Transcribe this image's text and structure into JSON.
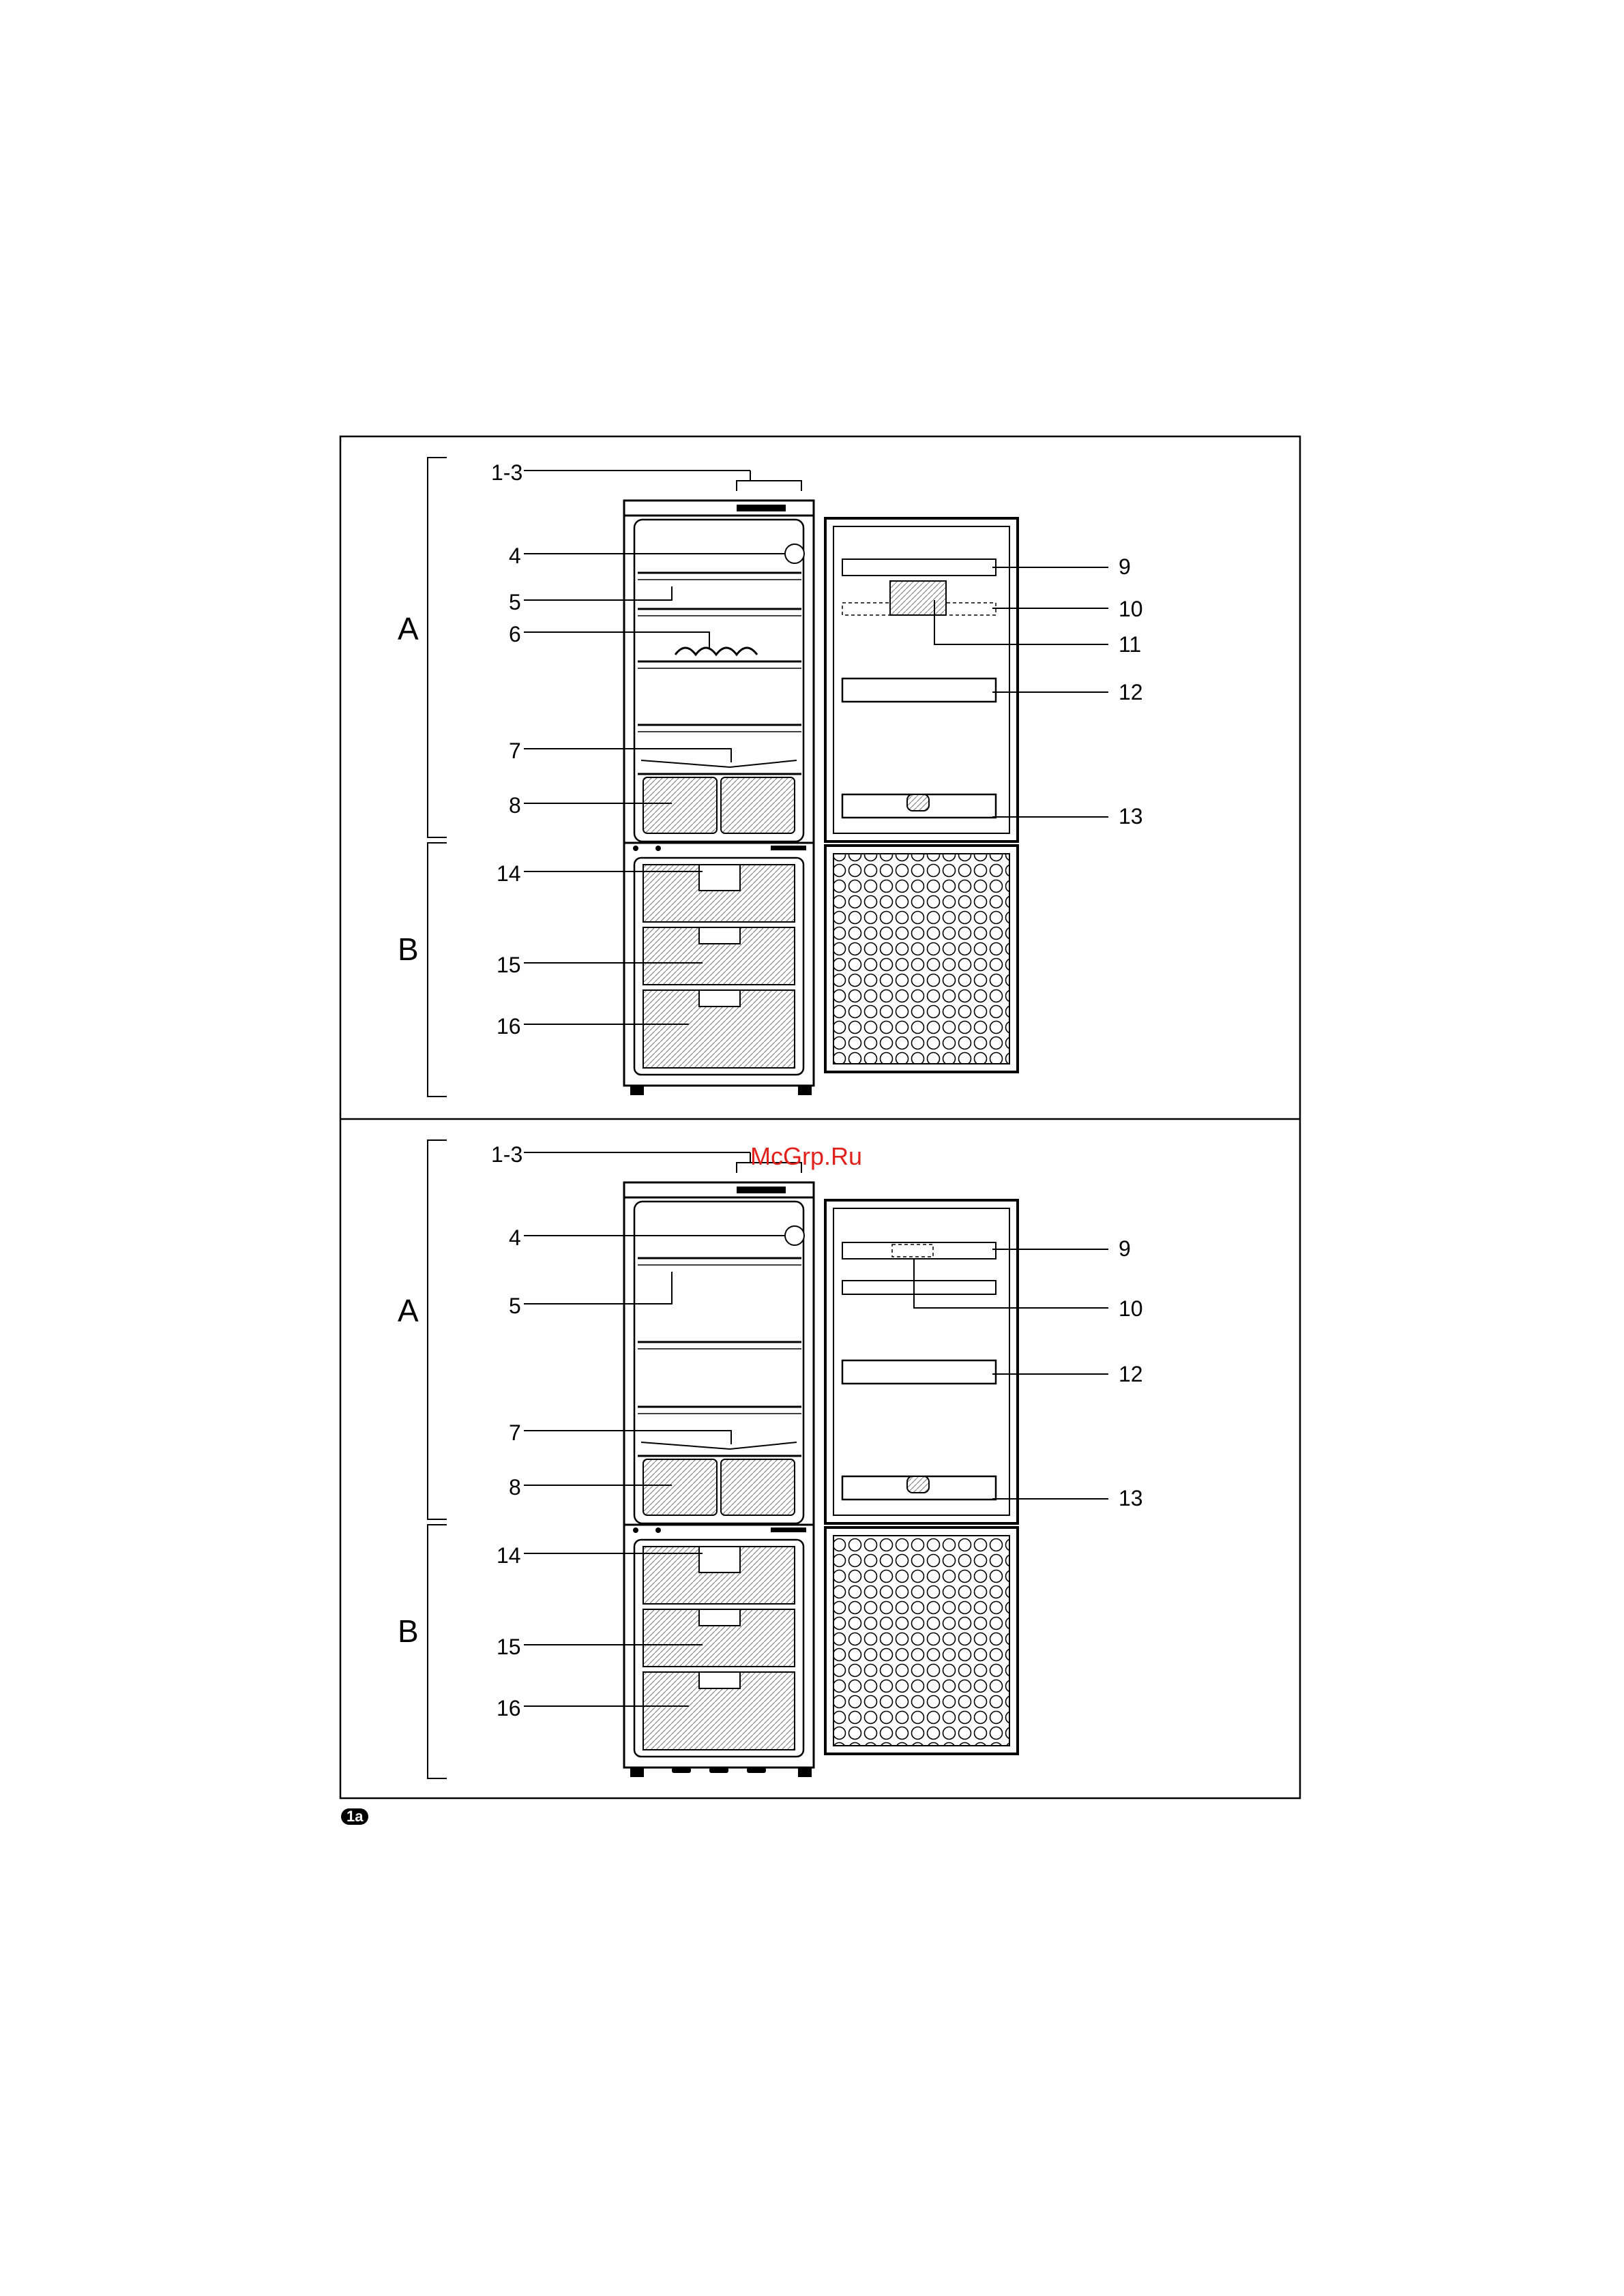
{
  "watermark": "McGrp.Ru",
  "figure_badge": "1a",
  "panels": [
    {
      "section_a": "A",
      "section_b": "B",
      "labels_left": [
        "1-3",
        "4",
        "5",
        "6",
        "7",
        "8",
        "14",
        "15",
        "16"
      ],
      "labels_right": [
        "9",
        "10",
        "11",
        "12",
        "13"
      ]
    },
    {
      "section_a": "A",
      "section_b": "B",
      "labels_left": [
        "1-3",
        "4",
        "5",
        "7",
        "8",
        "14",
        "15",
        "16"
      ],
      "labels_right": [
        "9",
        "10",
        "12",
        "13"
      ]
    }
  ]
}
